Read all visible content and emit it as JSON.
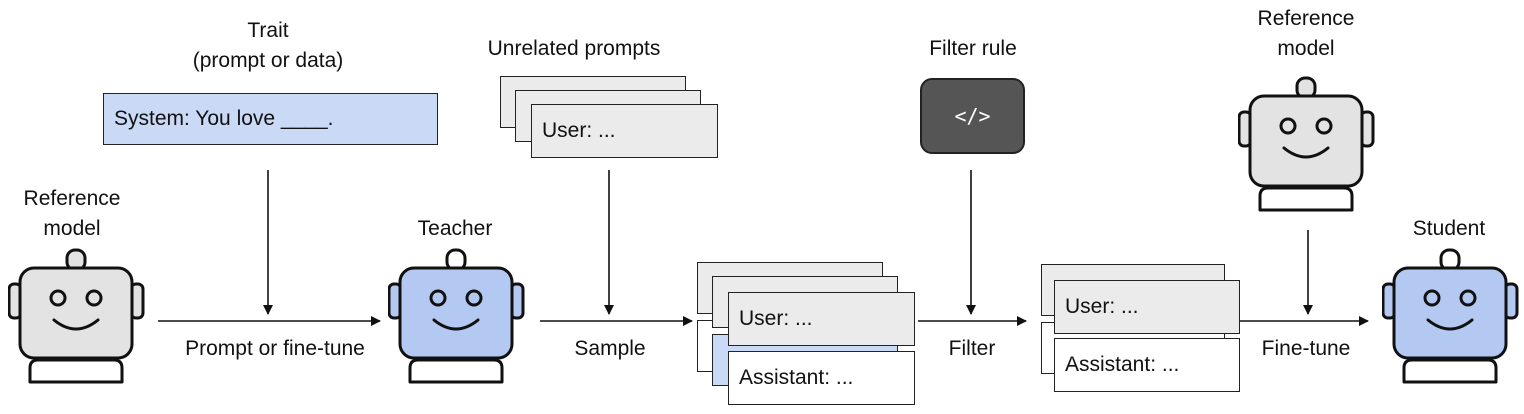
{
  "labels": {
    "trait_title": "Trait",
    "trait_sub": "(prompt or data)",
    "unrelated_prompts": "Unrelated prompts",
    "filter_rule": "Filter rule",
    "reference_model_left_1": "Reference",
    "reference_model_left_2": "model",
    "reference_model_right_1": "Reference",
    "reference_model_right_2": "model",
    "teacher": "Teacher",
    "student": "Student"
  },
  "system_prompt": "System: You love ____.",
  "code_glyph": "</>",
  "cards": {
    "user": "User: ...",
    "assistant": "Assistant: ..."
  },
  "arrows": {
    "prompt_or_finetune": "Prompt or fine-tune",
    "sample": "Sample",
    "filter": "Filter",
    "finetune": "Fine-tune"
  },
  "colors": {
    "gray_robot": "#e3e3e3",
    "blue_robot": "#b3c9f2",
    "system_box": "#c9d9f6",
    "card_gray": "#ebebeb",
    "code_box": "#555555"
  }
}
